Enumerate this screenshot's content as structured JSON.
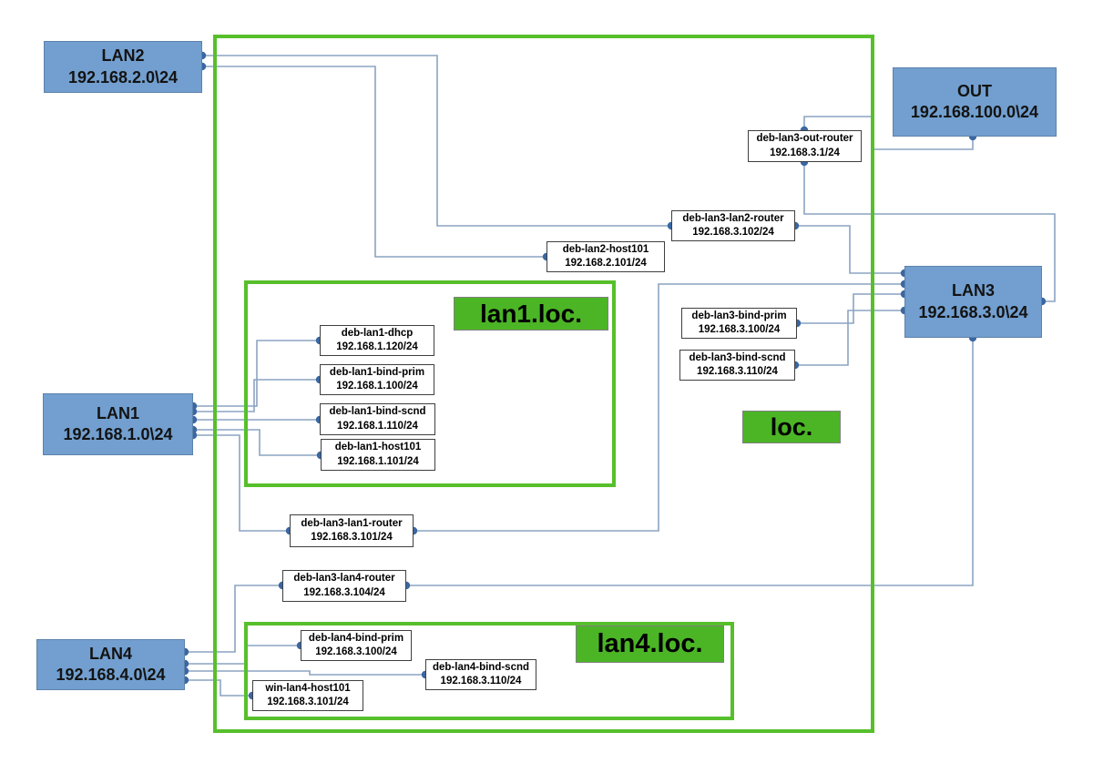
{
  "diagram_title": "network topology diagram",
  "colors": {
    "network_fill": "#729fcf",
    "network_border": "#5c82ab",
    "zone_border_green": "#57bf2b",
    "zone_label_green": "#4cb526",
    "wire": "#8ba3c2",
    "wire_dot": "#3a67a2",
    "node_border": "#3f3f3f"
  },
  "networks": [
    {
      "id": "lan2",
      "name": "LAN2",
      "cidr": "192.168.2.0\\24"
    },
    {
      "id": "out",
      "name": "OUT",
      "cidr": "192.168.100.0\\24"
    },
    {
      "id": "lan3",
      "name": "LAN3",
      "cidr": "192.168.3.0\\24"
    },
    {
      "id": "lan1",
      "name": "LAN1",
      "cidr": "192.168.1.0\\24"
    },
    {
      "id": "lan4",
      "name": "LAN4",
      "cidr": "192.168.4.0\\24"
    }
  ],
  "zones": {
    "lan1loc": {
      "label": "lan1.loc."
    },
    "loc": {
      "label": "loc."
    },
    "lan4loc": {
      "label": "lan4.loc."
    }
  },
  "nodes": [
    {
      "id": "deb-lan3-out-router",
      "name": "deb-lan3-out-router",
      "ip": "192.168.3.1/24"
    },
    {
      "id": "deb-lan3-lan2-router",
      "name": "deb-lan3-lan2-router",
      "ip": "192.168.3.102/24"
    },
    {
      "id": "deb-lan2-host101",
      "name": "deb-lan2-host101",
      "ip": "192.168.2.101/24"
    },
    {
      "id": "deb-lan1-dhcp",
      "name": "deb-lan1-dhcp",
      "ip": "192.168.1.120/24"
    },
    {
      "id": "deb-lan1-bind-prim",
      "name": "deb-lan1-bind-prim",
      "ip": "192.168.1.100/24"
    },
    {
      "id": "deb-lan1-bind-scnd",
      "name": "deb-lan1-bind-scnd",
      "ip": "192.168.1.110/24"
    },
    {
      "id": "deb-lan1-host101",
      "name": "deb-lan1-host101",
      "ip": "192.168.1.101/24"
    },
    {
      "id": "deb-lan3-bind-prim",
      "name": "deb-lan3-bind-prim",
      "ip": "192.168.3.100/24"
    },
    {
      "id": "deb-lan3-bind-scnd",
      "name": "deb-lan3-bind-scnd",
      "ip": "192.168.3.110/24"
    },
    {
      "id": "deb-lan3-lan1-router",
      "name": "deb-lan3-lan1-router",
      "ip": "192.168.3.101/24"
    },
    {
      "id": "deb-lan3-lan4-router",
      "name": "deb-lan3-lan4-router",
      "ip": "192.168.3.104/24"
    },
    {
      "id": "deb-lan4-bind-prim",
      "name": "deb-lan4-bind-prim",
      "ip": "192.168.3.100/24"
    },
    {
      "id": "deb-lan4-bind-scnd",
      "name": "deb-lan4-bind-scnd",
      "ip": "192.168.3.110/24"
    },
    {
      "id": "win-lan4-host101",
      "name": "win-lan4-host101",
      "ip": "192.168.3.101/24"
    }
  ],
  "edges": [
    {
      "from": "lan2",
      "to": "deb-lan3-lan2-router"
    },
    {
      "from": "lan2",
      "to": "deb-lan2-host101"
    },
    {
      "from": "deb-lan3-lan2-router",
      "to": "lan3"
    },
    {
      "from": "deb-lan3-out-router",
      "to": "out"
    },
    {
      "from": "deb-lan3-out-router",
      "to": "lan3"
    },
    {
      "from": "deb-lan3-lan1-router",
      "to": "lan3"
    },
    {
      "from": "deb-lan3-bind-prim",
      "to": "lan3"
    },
    {
      "from": "deb-lan3-bind-scnd",
      "to": "lan3"
    },
    {
      "from": "lan3",
      "to": "deb-lan3-lan4-router"
    },
    {
      "from": "deb-lan3-lan4-router",
      "to": "lan4"
    },
    {
      "from": "deb-lan4-bind-prim",
      "to": "lan4"
    },
    {
      "from": "lan4",
      "to": "deb-lan4-bind-scnd"
    },
    {
      "from": "lan4",
      "to": "win-lan4-host101"
    },
    {
      "from": "lan1",
      "to": "deb-lan1-dhcp"
    },
    {
      "from": "lan1",
      "to": "deb-lan1-bind-prim"
    },
    {
      "from": "lan1",
      "to": "deb-lan1-bind-scnd"
    },
    {
      "from": "lan1",
      "to": "deb-lan1-host101"
    },
    {
      "from": "lan1",
      "to": "deb-lan3-lan1-router"
    }
  ]
}
